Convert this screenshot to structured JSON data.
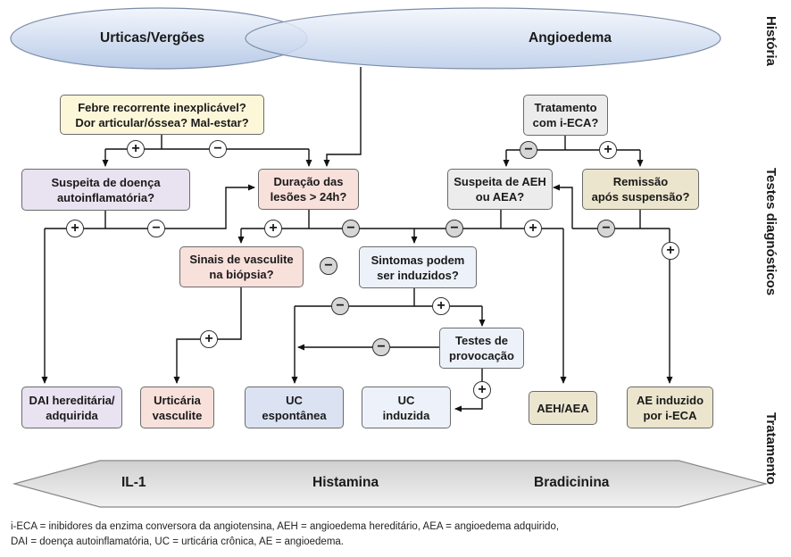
{
  "ellipses": {
    "left": "Urticas/Vergões",
    "right": "Angioedema"
  },
  "side_labels": {
    "top": "História",
    "middle": "Testes diagnósticos",
    "bottom": "Tratamento"
  },
  "boxes": {
    "febre": "Febre recorrente inexplicável?\nDor articular/óssea? Mal-estar?",
    "tratamento_ieca": "Tratamento\ncom i-ECA?",
    "suspeita_doenca": "Suspeita de doença\nautoinflamatória?",
    "duracao": "Duração das\nlesões > 24h?",
    "suspeita_aeh": "Suspeita de AEH\nou AEA?",
    "remissao": "Remissão\napós suspensão?",
    "sinais_vasculite": "Sinais de vasculite\nna biópsia?",
    "sintomas": "Sintomas podem\nser induzidos?",
    "testes": "Testes de\nprovocação",
    "dai": "DAI hereditária/\nadquirida",
    "urticaria": "Urticária\nvasculite",
    "uc_espontanea": "UC\nespontânea",
    "uc_induzida": "UC\ninduzida",
    "aeh_aea": "AEH/AEA",
    "ae_induzido": "AE induzido\npor i-ECA"
  },
  "signs": {
    "plus": "+",
    "minus": "−"
  },
  "mediators": {
    "left": "IL-1",
    "center": "Histamina",
    "right": "Bradicinina"
  },
  "footnote": {
    "line1": "i-ECA = inibidores da enzima conversora da angiotensina, AEH = angioedema hereditário, AEA = angioedema adquirido,",
    "line2": "DAI = doença autoinflamatória, UC = urticária crônica, AE = angioedema."
  }
}
